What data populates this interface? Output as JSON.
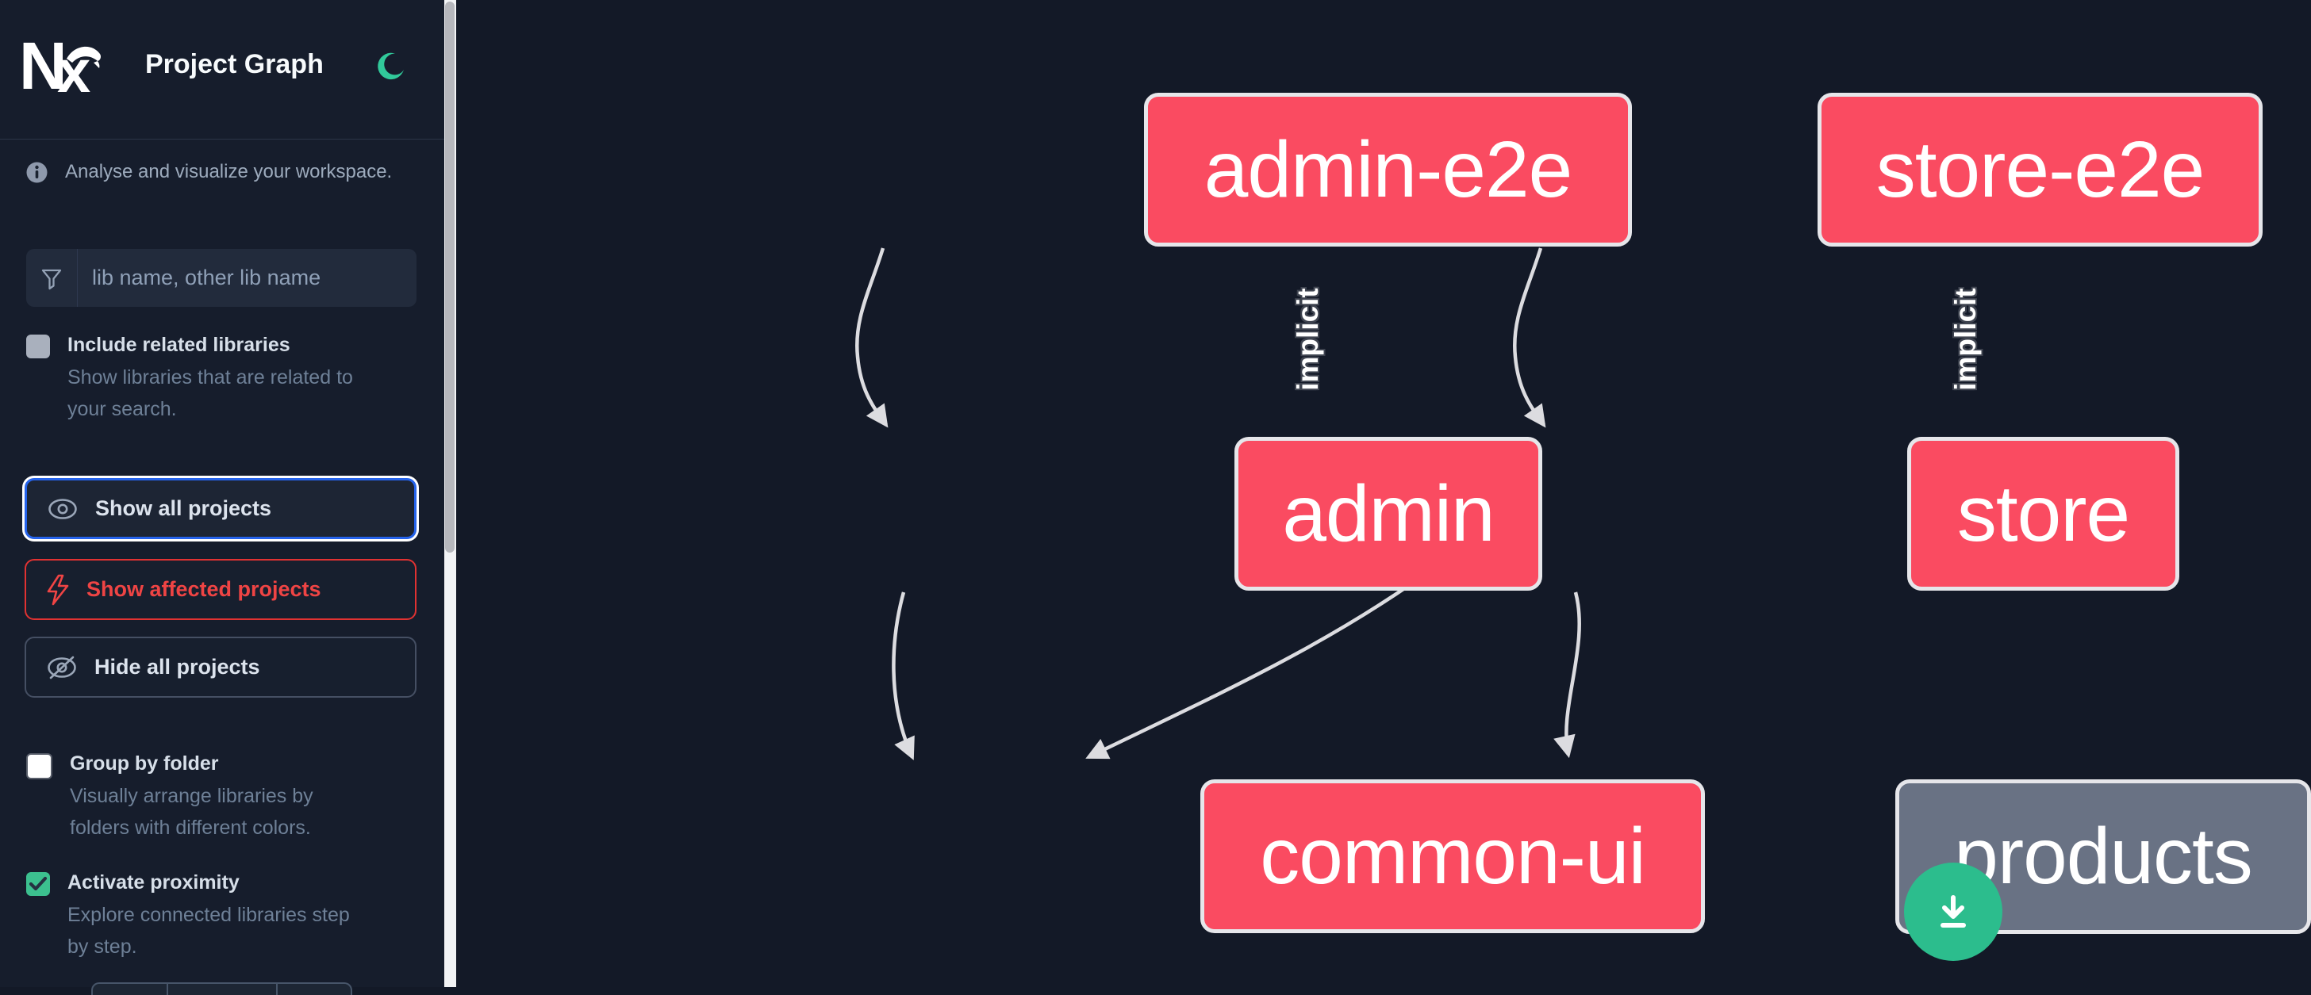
{
  "app": {
    "title": "Project Graph",
    "logo": "nx-logo",
    "theme_icon": "moon"
  },
  "sidebar": {
    "tagline": "Analyse and visualize your workspace.",
    "filter": {
      "placeholder": "lib name, other lib name",
      "value": ""
    },
    "toggles": [
      {
        "label": "Include related libraries",
        "description_lines": [
          "Show libraries that are related to",
          "your search."
        ],
        "checked": false
      },
      {
        "label": "Group by folder",
        "description_lines": [
          "Visually arrange libraries by",
          "folders with different colors."
        ],
        "checked": false
      },
      {
        "label": "Activate proximity",
        "description_lines": [
          "Explore connected libraries step",
          "by step."
        ],
        "checked": true
      }
    ],
    "buttons": [
      {
        "label": "Show all projects",
        "icon": "eye-icon",
        "state": "focused"
      },
      {
        "label": "Show affected projects",
        "icon": "bolt-icon",
        "state": "affected"
      },
      {
        "label": "Hide all projects",
        "icon": "eye-off-icon",
        "state": "default"
      }
    ]
  },
  "graph": {
    "nodes": [
      {
        "label": "admin-e2e",
        "color": "pink"
      },
      {
        "label": "store-e2e",
        "color": "pink"
      },
      {
        "label": "admin",
        "color": "pink"
      },
      {
        "label": "store",
        "color": "pink"
      },
      {
        "label": "common-ui",
        "color": "pink"
      },
      {
        "label": "products",
        "color": "gray"
      }
    ],
    "edges": [
      {
        "from": "admin-e2e",
        "to": "admin",
        "label": "implicit"
      },
      {
        "from": "store-e2e",
        "to": "store",
        "label": "implicit"
      },
      {
        "from": "admin",
        "to": "common-ui",
        "label": ""
      },
      {
        "from": "store",
        "to": "common-ui",
        "label": ""
      },
      {
        "from": "store",
        "to": "products",
        "label": ""
      }
    ]
  },
  "fab": {
    "icon": "download-icon"
  },
  "colors": {
    "background": "#131927",
    "sidebar": "#161d2c",
    "node_pink": "#fa4b61",
    "node_gray": "#697284",
    "node_border": "#e6e6ea",
    "edge": "#dcdce0",
    "accent_green": "#2cbd8d",
    "focus_blue": "#2563eb",
    "affected_red": "#ef4444",
    "moon_green": "#31c99a"
  }
}
